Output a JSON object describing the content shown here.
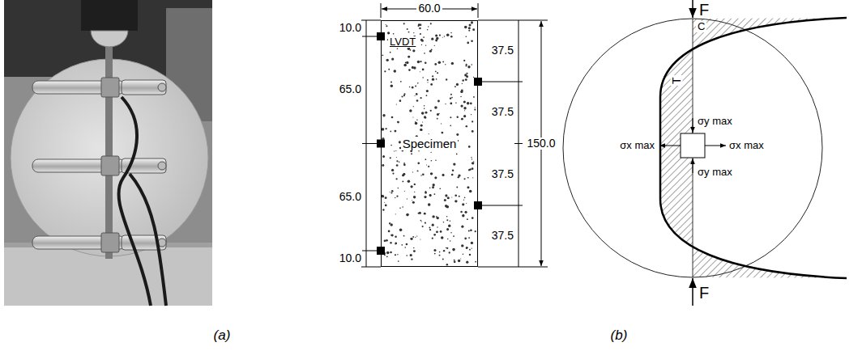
{
  "diagram": {
    "nodes": [
      {
        "text": [
          "Specimen"
        ]
      }
    ],
    "labels": [
      "10.0",
      "65.0",
      "65.0",
      "10.0",
      "LVDT",
      "60.0",
      "37.5",
      "37.5",
      "37.5",
      "37.5",
      "150.0",
      "F",
      "F",
      "C",
      "T",
      "σy max",
      "σx max",
      "σx max",
      "σy max",
      "(a)",
      "(b)"
    ]
  }
}
